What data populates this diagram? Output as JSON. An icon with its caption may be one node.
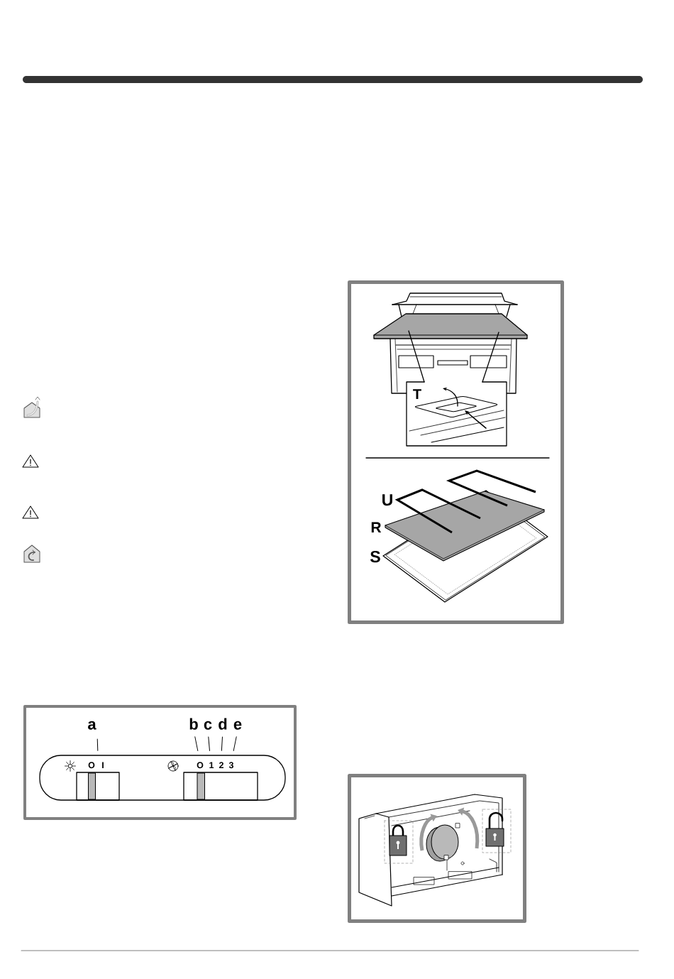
{
  "diagram": {
    "nodes": [
      {
        "text": [
          "a"
        ]
      },
      {
        "text": [
          "b"
        ]
      },
      {
        "text": [
          "c"
        ]
      },
      {
        "text": [
          "d"
        ]
      },
      {
        "text": [
          "e"
        ]
      },
      {
        "text": [],
        "shape": "box"
      }
    ],
    "edges": [
      {
        "from": 0,
        "to": 5,
        "arrow": "none"
      },
      {
        "from": 1,
        "to": 5,
        "arrow": "none"
      },
      {
        "from": 2,
        "to": 5,
        "arrow": "none"
      },
      {
        "from": 3,
        "to": 5,
        "arrow": "none"
      },
      {
        "from": 4,
        "to": 5,
        "arrow": "none"
      }
    ],
    "labels": [
      "O",
      "I",
      "O",
      "1",
      "2",
      "3",
      "T",
      "U",
      "R",
      "S"
    ]
  }
}
